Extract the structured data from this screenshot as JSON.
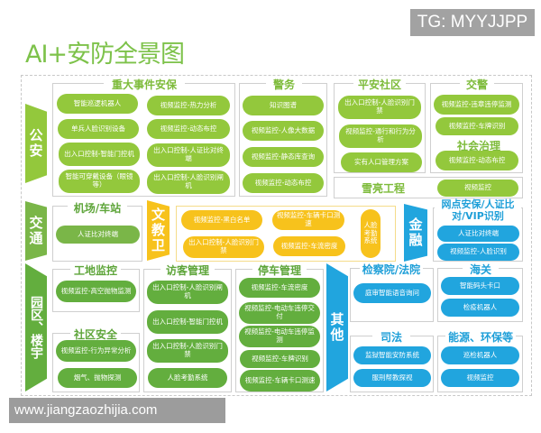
{
  "title": "AI+安防全景图",
  "badge": "TG: MYYJJPP",
  "watermark": "www.jiangzaozhijia.com",
  "colors": {
    "lime": "#93c83c",
    "green": "#63ae3e",
    "yellow": "#f7c21c",
    "blue": "#21a5de",
    "title": "#7dc24a"
  },
  "public_security": {
    "label": "公安",
    "major_events": {
      "title": "重大事件安保",
      "items": [
        "智能巡逻机器人",
        "视频监控-热力分析",
        "单兵人脸识别设备",
        "视频监控-动态布控",
        "出入口控制-智能门控机",
        "出入口控制-人证比对终端",
        "智能可穿戴设备（眼镜等）",
        "出入口控制-人脸识别闸机"
      ]
    },
    "police": {
      "title": "警务",
      "items": [
        "知识图谱",
        "视频监控-人像大数据",
        "视频监控-静态库查询",
        "视频监控-动态布控"
      ]
    },
    "safe_community": {
      "title": "平安社区",
      "items": [
        "出入口控制-人脸识别门禁",
        "视频监控-通行和行为分析",
        "实有人口管理方案"
      ]
    },
    "traffic_police": {
      "title": "交警",
      "items": [
        "视频监控-违章违停监测",
        "视频监控-车牌识别"
      ]
    },
    "social_governance": {
      "title": "社会治理",
      "items": [
        "视频监控-动态布控"
      ]
    },
    "sharp_eyes": {
      "title": "雪亮工程",
      "items": [
        "视频监控"
      ]
    }
  },
  "transport": {
    "label": "交通",
    "airport": {
      "title": "机场/车站",
      "items": [
        "人证比对终端"
      ]
    }
  },
  "education": {
    "label": "文教卫",
    "items": [
      "视频监控-黑白名单",
      "视频监控-车辆卡口测速",
      "出入口控制-人脸识别门禁",
      "视频监控-车流密度",
      "人脸考勤系统"
    ]
  },
  "finance": {
    "label": "金融",
    "title": "网点安保/人证比对/VIP识别",
    "items": [
      "人证比对终端",
      "视频监控-人脸识别"
    ]
  },
  "park": {
    "label": "园区、楼宇",
    "construction": {
      "title": "工地监控",
      "items": [
        "视频监控-高空抛物监测"
      ]
    },
    "community_safety": {
      "title": "社区安全",
      "items": [
        "视频监控-行为异常分析",
        "烟气、抛物探测"
      ]
    },
    "visitor": {
      "title": "访客管理",
      "items": [
        "出入口控制-人脸识别闸机",
        "出入口控制-智能门控机",
        "出入口控制-人脸识别门禁",
        "人脸考勤系统"
      ]
    },
    "parking": {
      "title": "停车管理",
      "items": [
        "视频监控-车流密度",
        "视频监控-电动车违停交付",
        "视频监控-电动车违停监测",
        "视频监控-车牌识别",
        "视频监控-车辆卡口测速"
      ]
    }
  },
  "other": {
    "label": "其他",
    "court": {
      "title": "检察院/法院",
      "items": [
        "庭审智能语音询问"
      ]
    },
    "customs": {
      "title": "海关",
      "items": [
        "智能码头卡口",
        "检疫机器人"
      ]
    },
    "justice": {
      "title": "司法",
      "items": [
        "监狱智能安防系统",
        "服刑帮教探视"
      ]
    },
    "energy": {
      "title": "能源、环保等",
      "items": [
        "巡检机器人",
        "视频监控"
      ]
    }
  }
}
